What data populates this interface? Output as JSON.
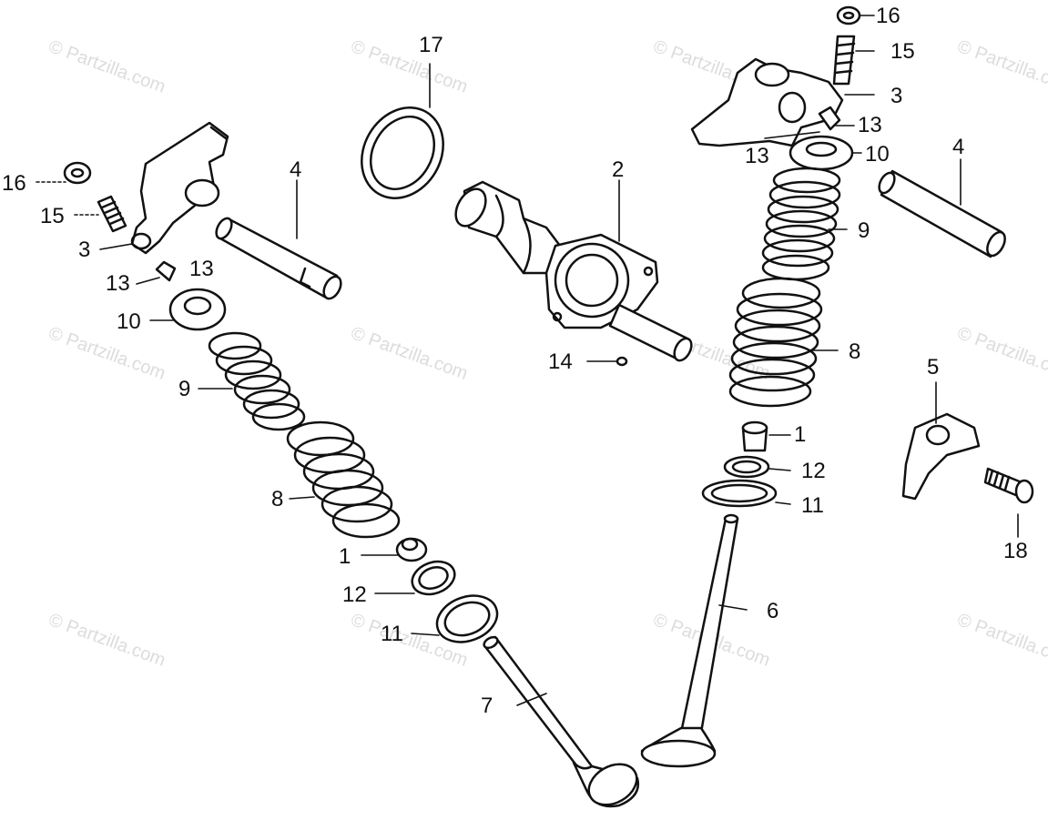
{
  "watermark_text": "© Partzilla.com",
  "callouts": {
    "c1a": "1",
    "c1b": "1",
    "c2": "2",
    "c3a": "3",
    "c3b": "3",
    "c4a": "4",
    "c4b": "4",
    "c5": "5",
    "c6": "6",
    "c7": "7",
    "c8a": "8",
    "c8b": "8",
    "c9a": "9",
    "c9b": "9",
    "c10a": "10",
    "c10b": "10",
    "c11a": "11",
    "c11b": "11",
    "c12a": "12",
    "c12b": "12",
    "c13a": "13",
    "c13b": "13",
    "c13c": "13",
    "c13d": "13",
    "c14": "14",
    "c15a": "15",
    "c15b": "15",
    "c16a": "16",
    "c16b": "16",
    "c17": "17",
    "c18": "18"
  }
}
